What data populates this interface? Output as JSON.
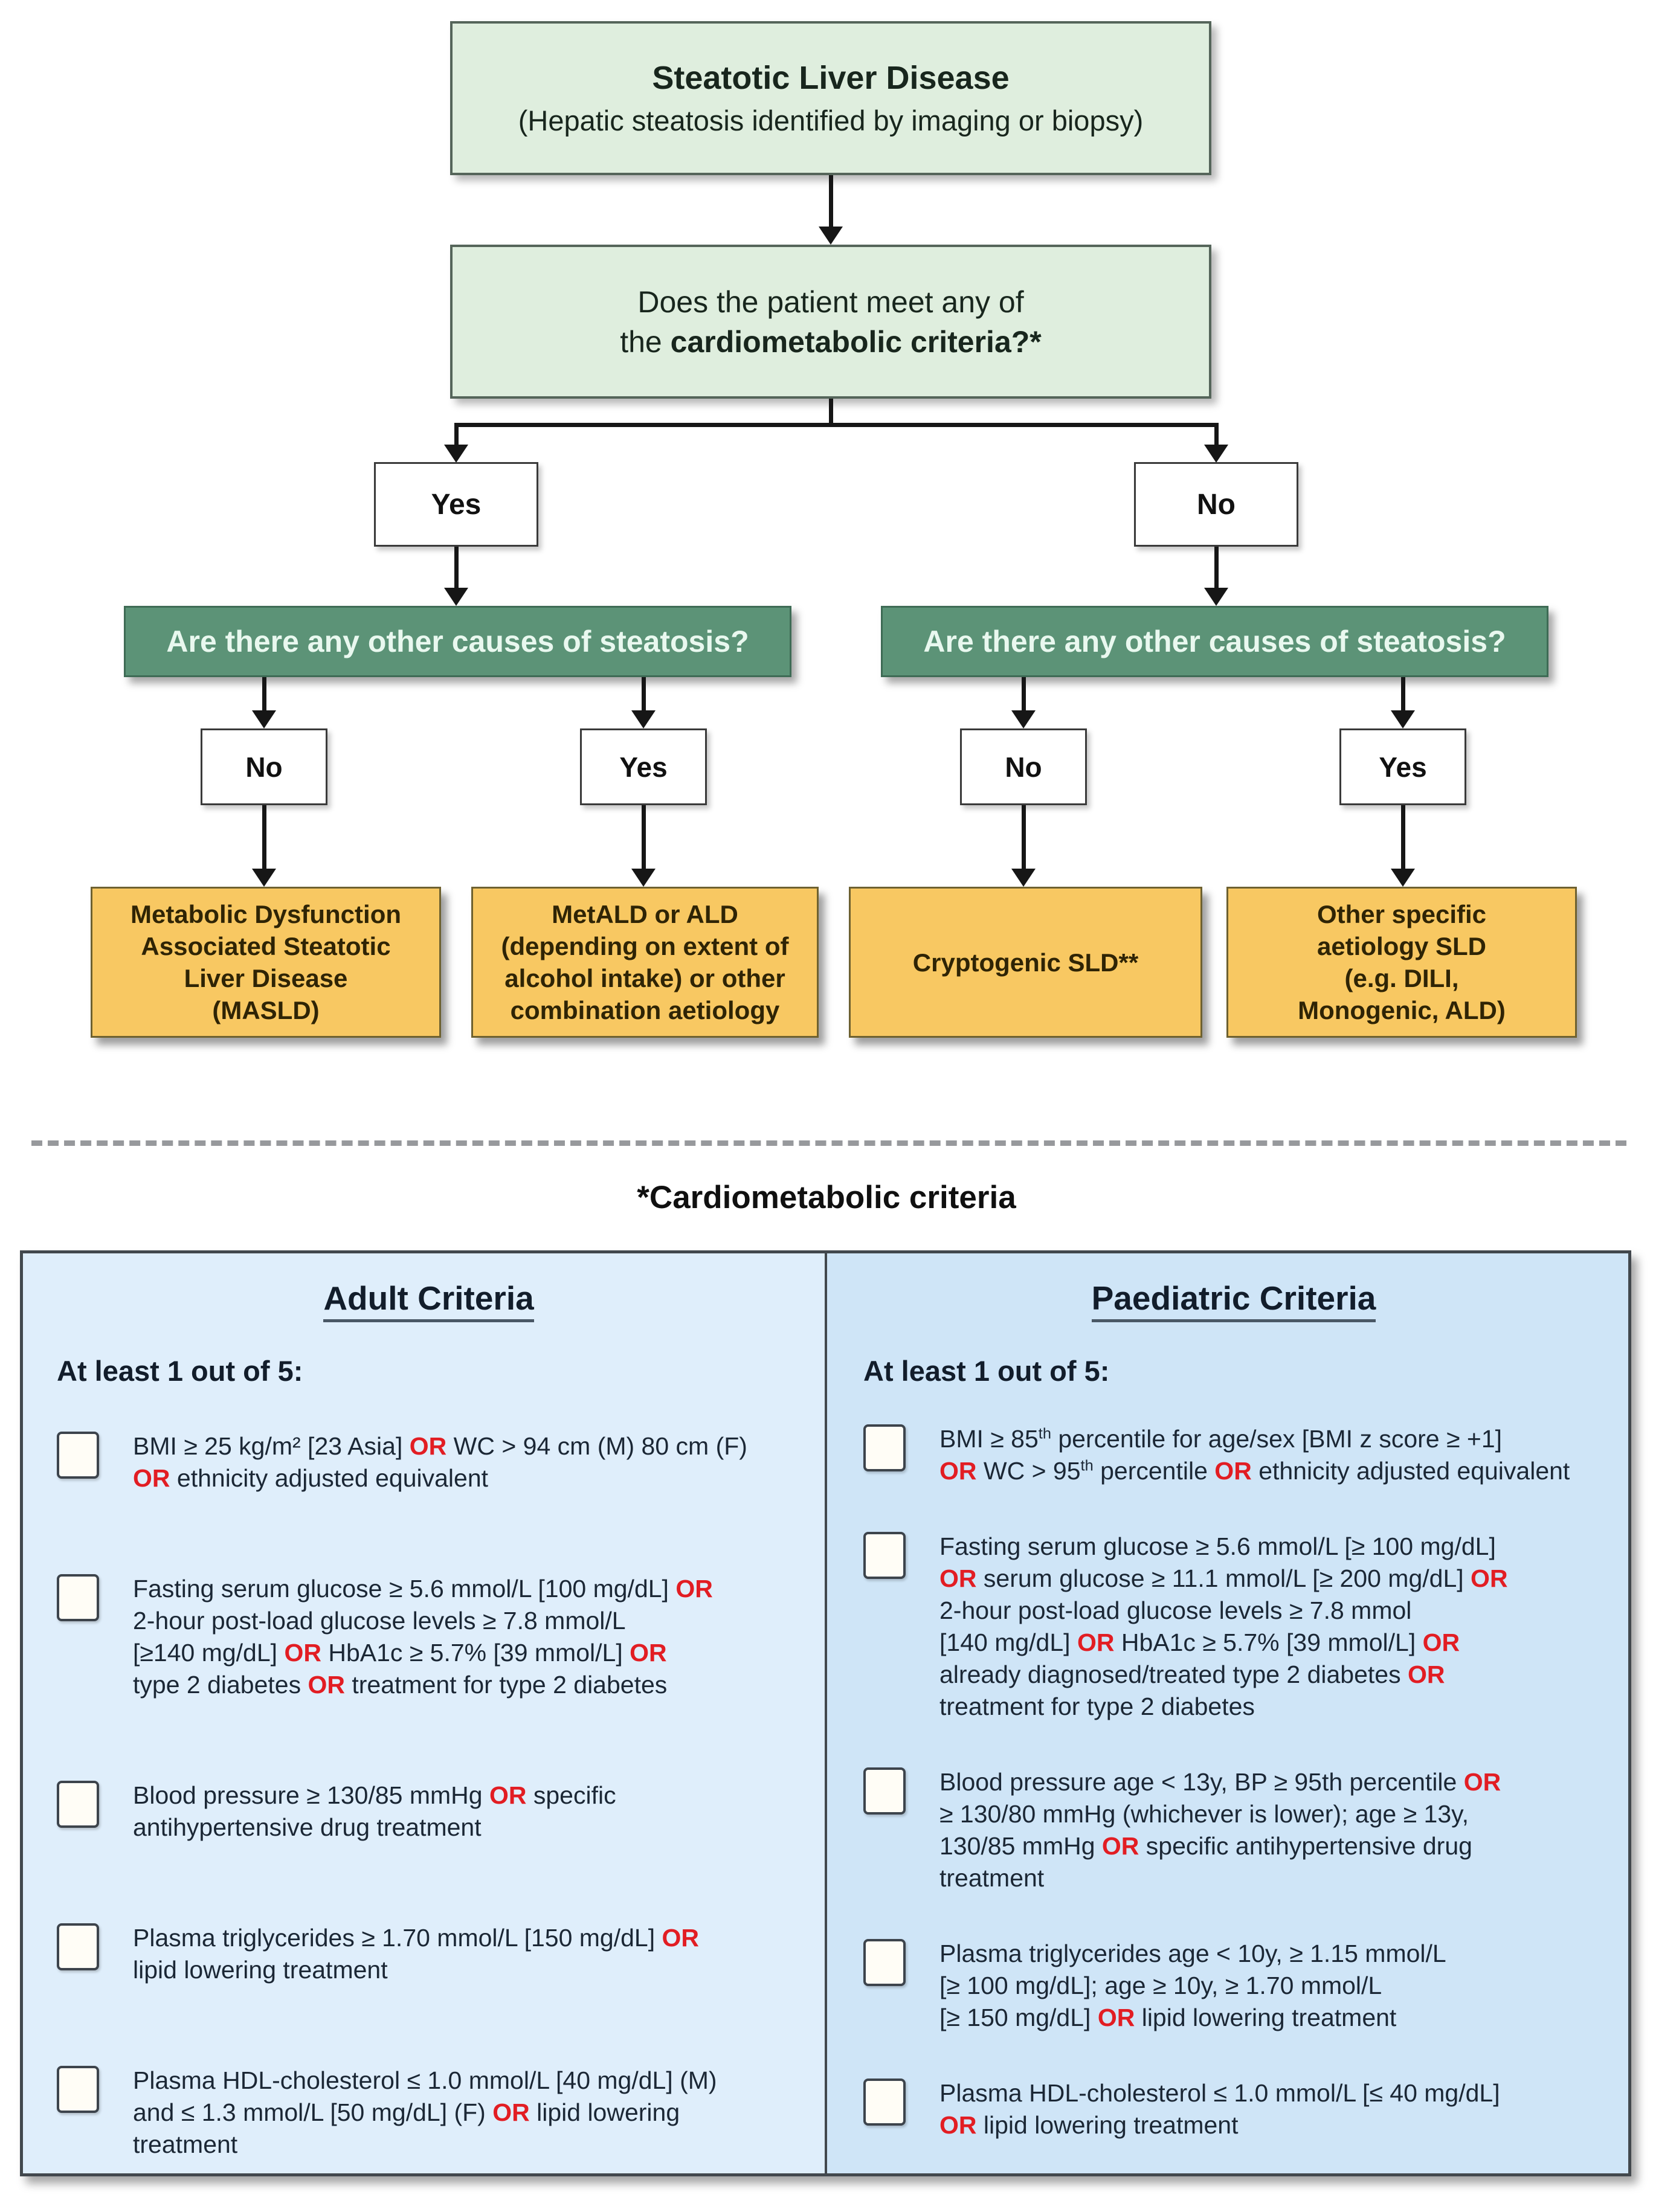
{
  "colors": {
    "light_green_box": "#dfeede",
    "dark_green_box": "#5c9377",
    "orange_box": "#f8c862",
    "adult_column_bg": "#dfeefb",
    "paediatric_column_bg": "#cfe5f7",
    "or_red": "#e21d23",
    "arrow": "#161616"
  },
  "flowchart": {
    "root": {
      "title": "Steatotic Liver Disease",
      "subtitle": "(Hepatic steatosis identified by imaging or biopsy)"
    },
    "q1": {
      "line1": "Does the patient meet any of",
      "line2_plain": "the ",
      "line2_bold": "cardiometabolic criteria?*"
    },
    "level1": {
      "left": "Yes",
      "right": "No"
    },
    "q2_left": "Are there any other causes of steatosis?",
    "q2_right": "Are there any other causes of steatosis?",
    "level2": [
      "No",
      "Yes",
      "No",
      "Yes"
    ],
    "outcomes": [
      {
        "label": "Metabolic Dysfunction\nAssociated Steatotic\nLiver Disease\n(MASLD)"
      },
      {
        "label": "MetALD or ALD\n(depending on extent of\nalcohol intake) or other\ncombination aetiology"
      },
      {
        "label": "Cryptogenic SLD**"
      },
      {
        "label": "Other specific\naetiology SLD\n(e.g. DILI,\nMonogenic, ALD)"
      }
    ]
  },
  "criteria": {
    "heading": "*Cardiometabolic criteria",
    "adult": {
      "title": "Adult Criteria",
      "subtitle": "At least 1 out of 5:",
      "items": [
        {
          "text": "BMI ≥ 25 kg/m² [23 Asia] OR WC > 94 cm (M) 80 cm (F)\nOR ethnicity adjusted equivalent"
        },
        {
          "text": "Fasting serum glucose ≥ 5.6 mmol/L [100 mg/dL] OR\n2-hour post-load glucose levels ≥ 7.8 mmol/L\n[≥140 mg/dL] OR HbA1c ≥ 5.7% [39 mmol/L] OR\ntype 2 diabetes OR treatment for type 2 diabetes"
        },
        {
          "text": "Blood pressure ≥ 130/85 mmHg OR specific\nantihypertensive drug treatment"
        },
        {
          "text": "Plasma triglycerides ≥ 1.70 mmol/L [150 mg/dL] OR\nlipid lowering treatment"
        },
        {
          "text": "Plasma HDL-cholesterol ≤ 1.0 mmol/L [40 mg/dL] (M)\nand ≤ 1.3 mmol/L [50 mg/dL] (F) OR lipid lowering\ntreatment"
        }
      ]
    },
    "paediatric": {
      "title": "Paediatric Criteria",
      "subtitle": "At least 1 out of 5:",
      "items": [
        {
          "text": "BMI ≥ 85^{th} percentile for age/sex [BMI z score ≥ +1]\nOR WC > 95^{th} percentile OR ethnicity adjusted equivalent"
        },
        {
          "text": "Fasting serum glucose ≥ 5.6 mmol/L [≥ 100 mg/dL]\nOR serum glucose ≥ 11.1 mmol/L [≥ 200 mg/dL] OR\n2-hour post-load glucose levels ≥ 7.8 mmol\n[140 mg/dL] OR HbA1c ≥ 5.7% [39 mmol/L] OR\nalready diagnosed/treated type 2 diabetes OR\ntreatment for type 2 diabetes"
        },
        {
          "text": "Blood pressure age < 13y, BP ≥ 95th percentile OR\n≥ 130/80 mmHg (whichever is lower); age ≥ 13y,\n130/85 mmHg OR specific antihypertensive drug\ntreatment"
        },
        {
          "text": "Plasma triglycerides age < 10y, ≥ 1.15 mmol/L\n[≥ 100 mg/dL]; age ≥ 10y, ≥ 1.70 mmol/L\n[≥ 150 mg/dL] OR lipid lowering treatment"
        },
        {
          "text": "Plasma HDL-cholesterol ≤ 1.0 mmol/L [≤ 40 mg/dL]\nOR lipid lowering treatment"
        }
      ]
    }
  }
}
